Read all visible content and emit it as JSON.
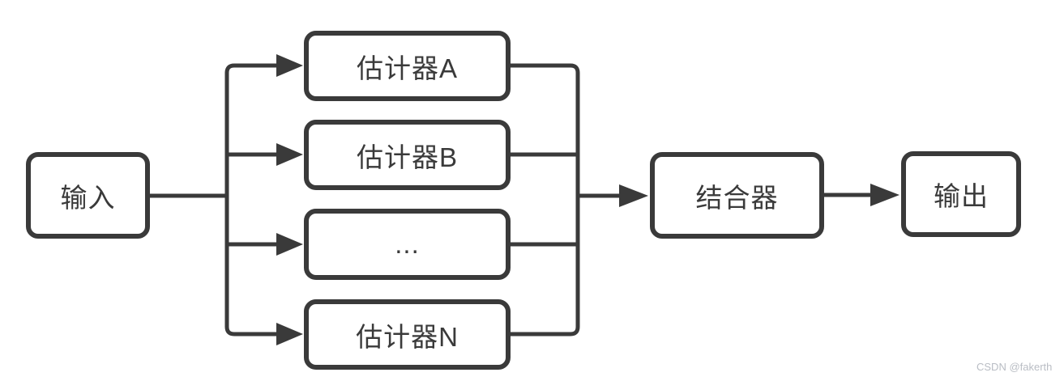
{
  "nodes": {
    "input": {
      "label": "输入"
    },
    "estimator_a": {
      "label": "估计器A"
    },
    "estimator_b": {
      "label": "估计器B"
    },
    "estimator_ellipsis": {
      "label": "..."
    },
    "estimator_n": {
      "label": "估计器N"
    },
    "combiner": {
      "label": "结合器"
    },
    "output": {
      "label": "输出"
    }
  },
  "edges": [
    {
      "from": "input",
      "to": "estimator_a"
    },
    {
      "from": "input",
      "to": "estimator_b"
    },
    {
      "from": "input",
      "to": "estimator_ellipsis"
    },
    {
      "from": "input",
      "to": "estimator_n"
    },
    {
      "from": "estimator_a",
      "to": "combiner"
    },
    {
      "from": "estimator_b",
      "to": "combiner"
    },
    {
      "from": "estimator_ellipsis",
      "to": "combiner"
    },
    {
      "from": "estimator_n",
      "to": "combiner"
    },
    {
      "from": "combiner",
      "to": "output"
    }
  ],
  "watermark": {
    "text": "CSDN @fakerth",
    "color": "#b9bdc4"
  },
  "colors": {
    "stroke": "#3a3a3a",
    "background": "#ffffff",
    "text": "#3a3a3a"
  }
}
